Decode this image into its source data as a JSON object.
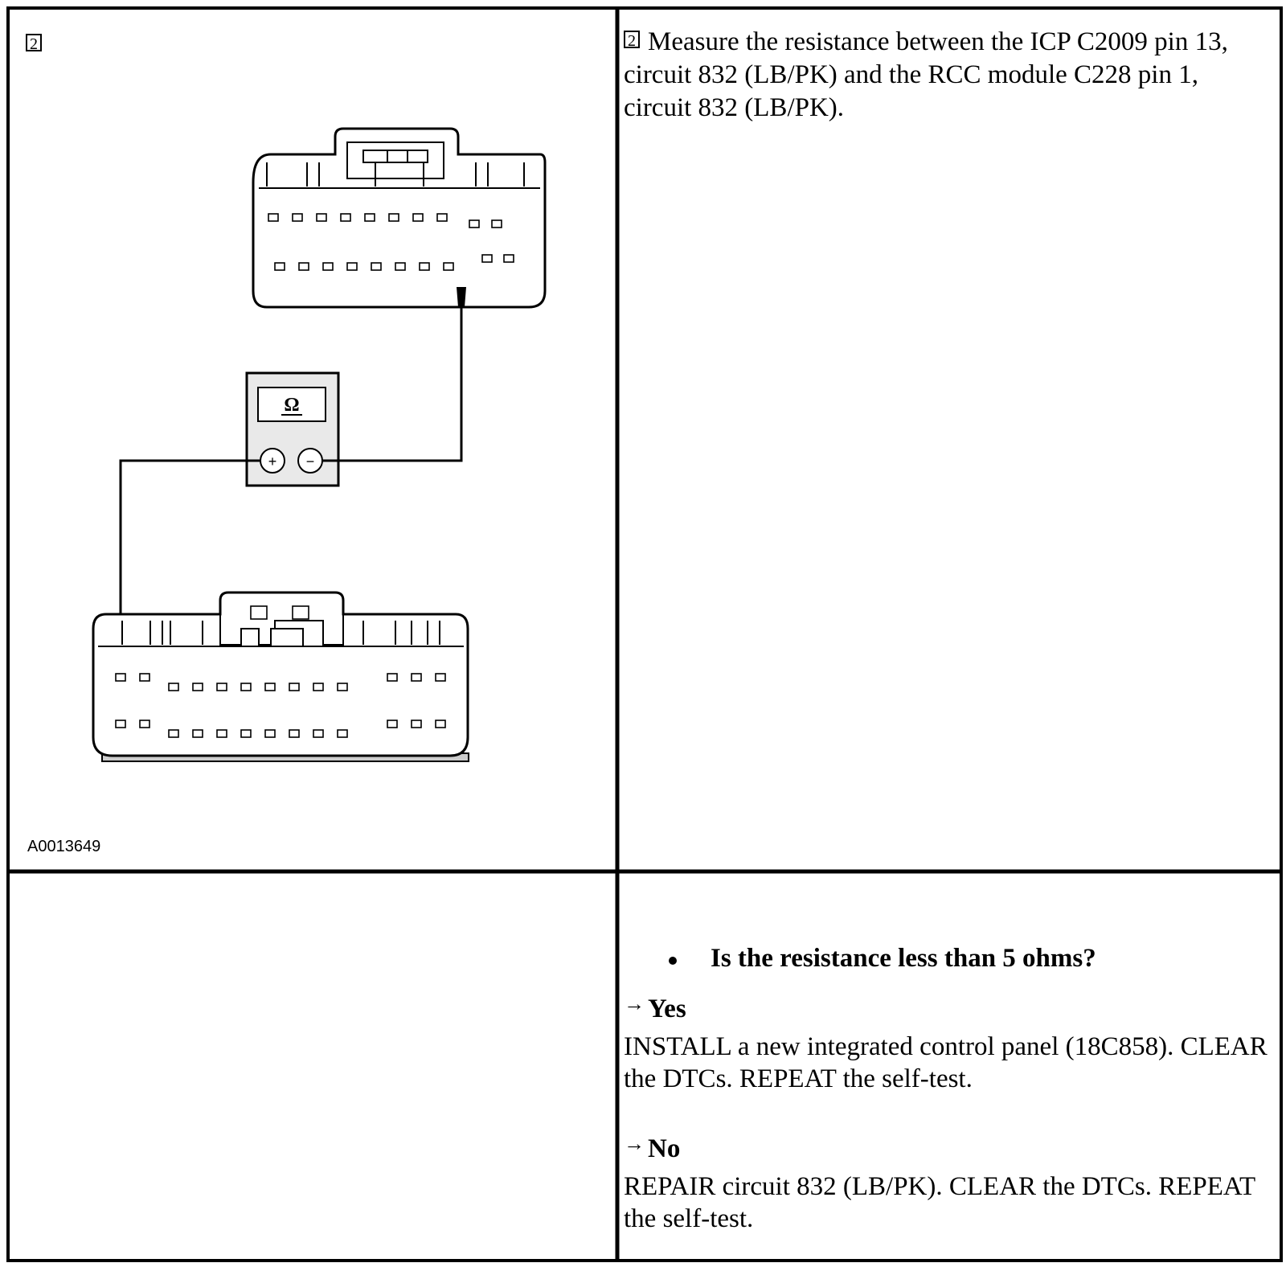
{
  "step": {
    "number": "2",
    "instruction": "Measure the resistance between the ICP C2009 pin 13, circuit 832 (LB/PK) and the RCC module C228 pin 1, circuit 832 (LB/PK)."
  },
  "figure": {
    "id": "A0013649",
    "meter_symbol": "Ω",
    "plus_symbol": "+",
    "minus_symbol": "−",
    "icons": [
      "connector-c2009-icon",
      "ohmmeter-icon",
      "connector-c228-icon"
    ]
  },
  "question": {
    "text": "Is the resistance less than 5 ohms?"
  },
  "answers": {
    "yes": {
      "label": "Yes",
      "text": "INSTALL a new integrated control panel (18C858). CLEAR the DTCs. REPEAT the self-test."
    },
    "no": {
      "label": "No",
      "text": "REPAIR circuit 832 (LB/PK). CLEAR the DTCs. REPEAT the self-test."
    }
  },
  "colors": {
    "line": "#000000",
    "connector_fill": "#ffffff",
    "meter_fill": "#e9e9e9"
  }
}
